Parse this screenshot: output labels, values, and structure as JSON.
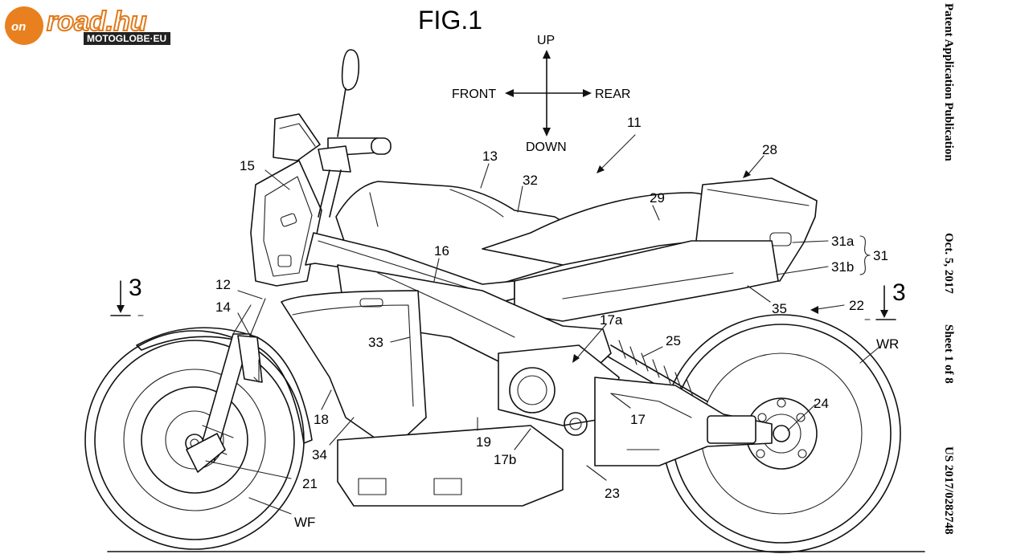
{
  "logo": {
    "on": "on",
    "road": "road.hu",
    "sub": "MOTOGLOBE·EU"
  },
  "figure": {
    "title": "FIG.1"
  },
  "directions": {
    "up": "UP",
    "down": "DOWN",
    "front": "FRONT",
    "rear": "REAR"
  },
  "section_markers": {
    "left": "3",
    "right": "3"
  },
  "side_text": {
    "publication": "Patent Application Publication",
    "date": "Oct. 5, 2017",
    "sheet": "Sheet 1 of 8",
    "number": "US 2017/0282748"
  },
  "labels": {
    "l11": "11",
    "l12": "12",
    "l13": "13",
    "l14": "14",
    "l15": "15",
    "l16": "16",
    "l17": "17",
    "l17a": "17a",
    "l17b": "17b",
    "l18": "18",
    "l19": "19",
    "l21": "21",
    "l22": "22",
    "l23": "23",
    "l24": "24",
    "l25": "25",
    "l28": "28",
    "l29": "29",
    "l31": "31",
    "l31a": "31a",
    "l31b": "31b",
    "l32": "32",
    "l33": "33",
    "l34": "34",
    "l35": "35",
    "wf": "WF",
    "wr": "WR"
  }
}
